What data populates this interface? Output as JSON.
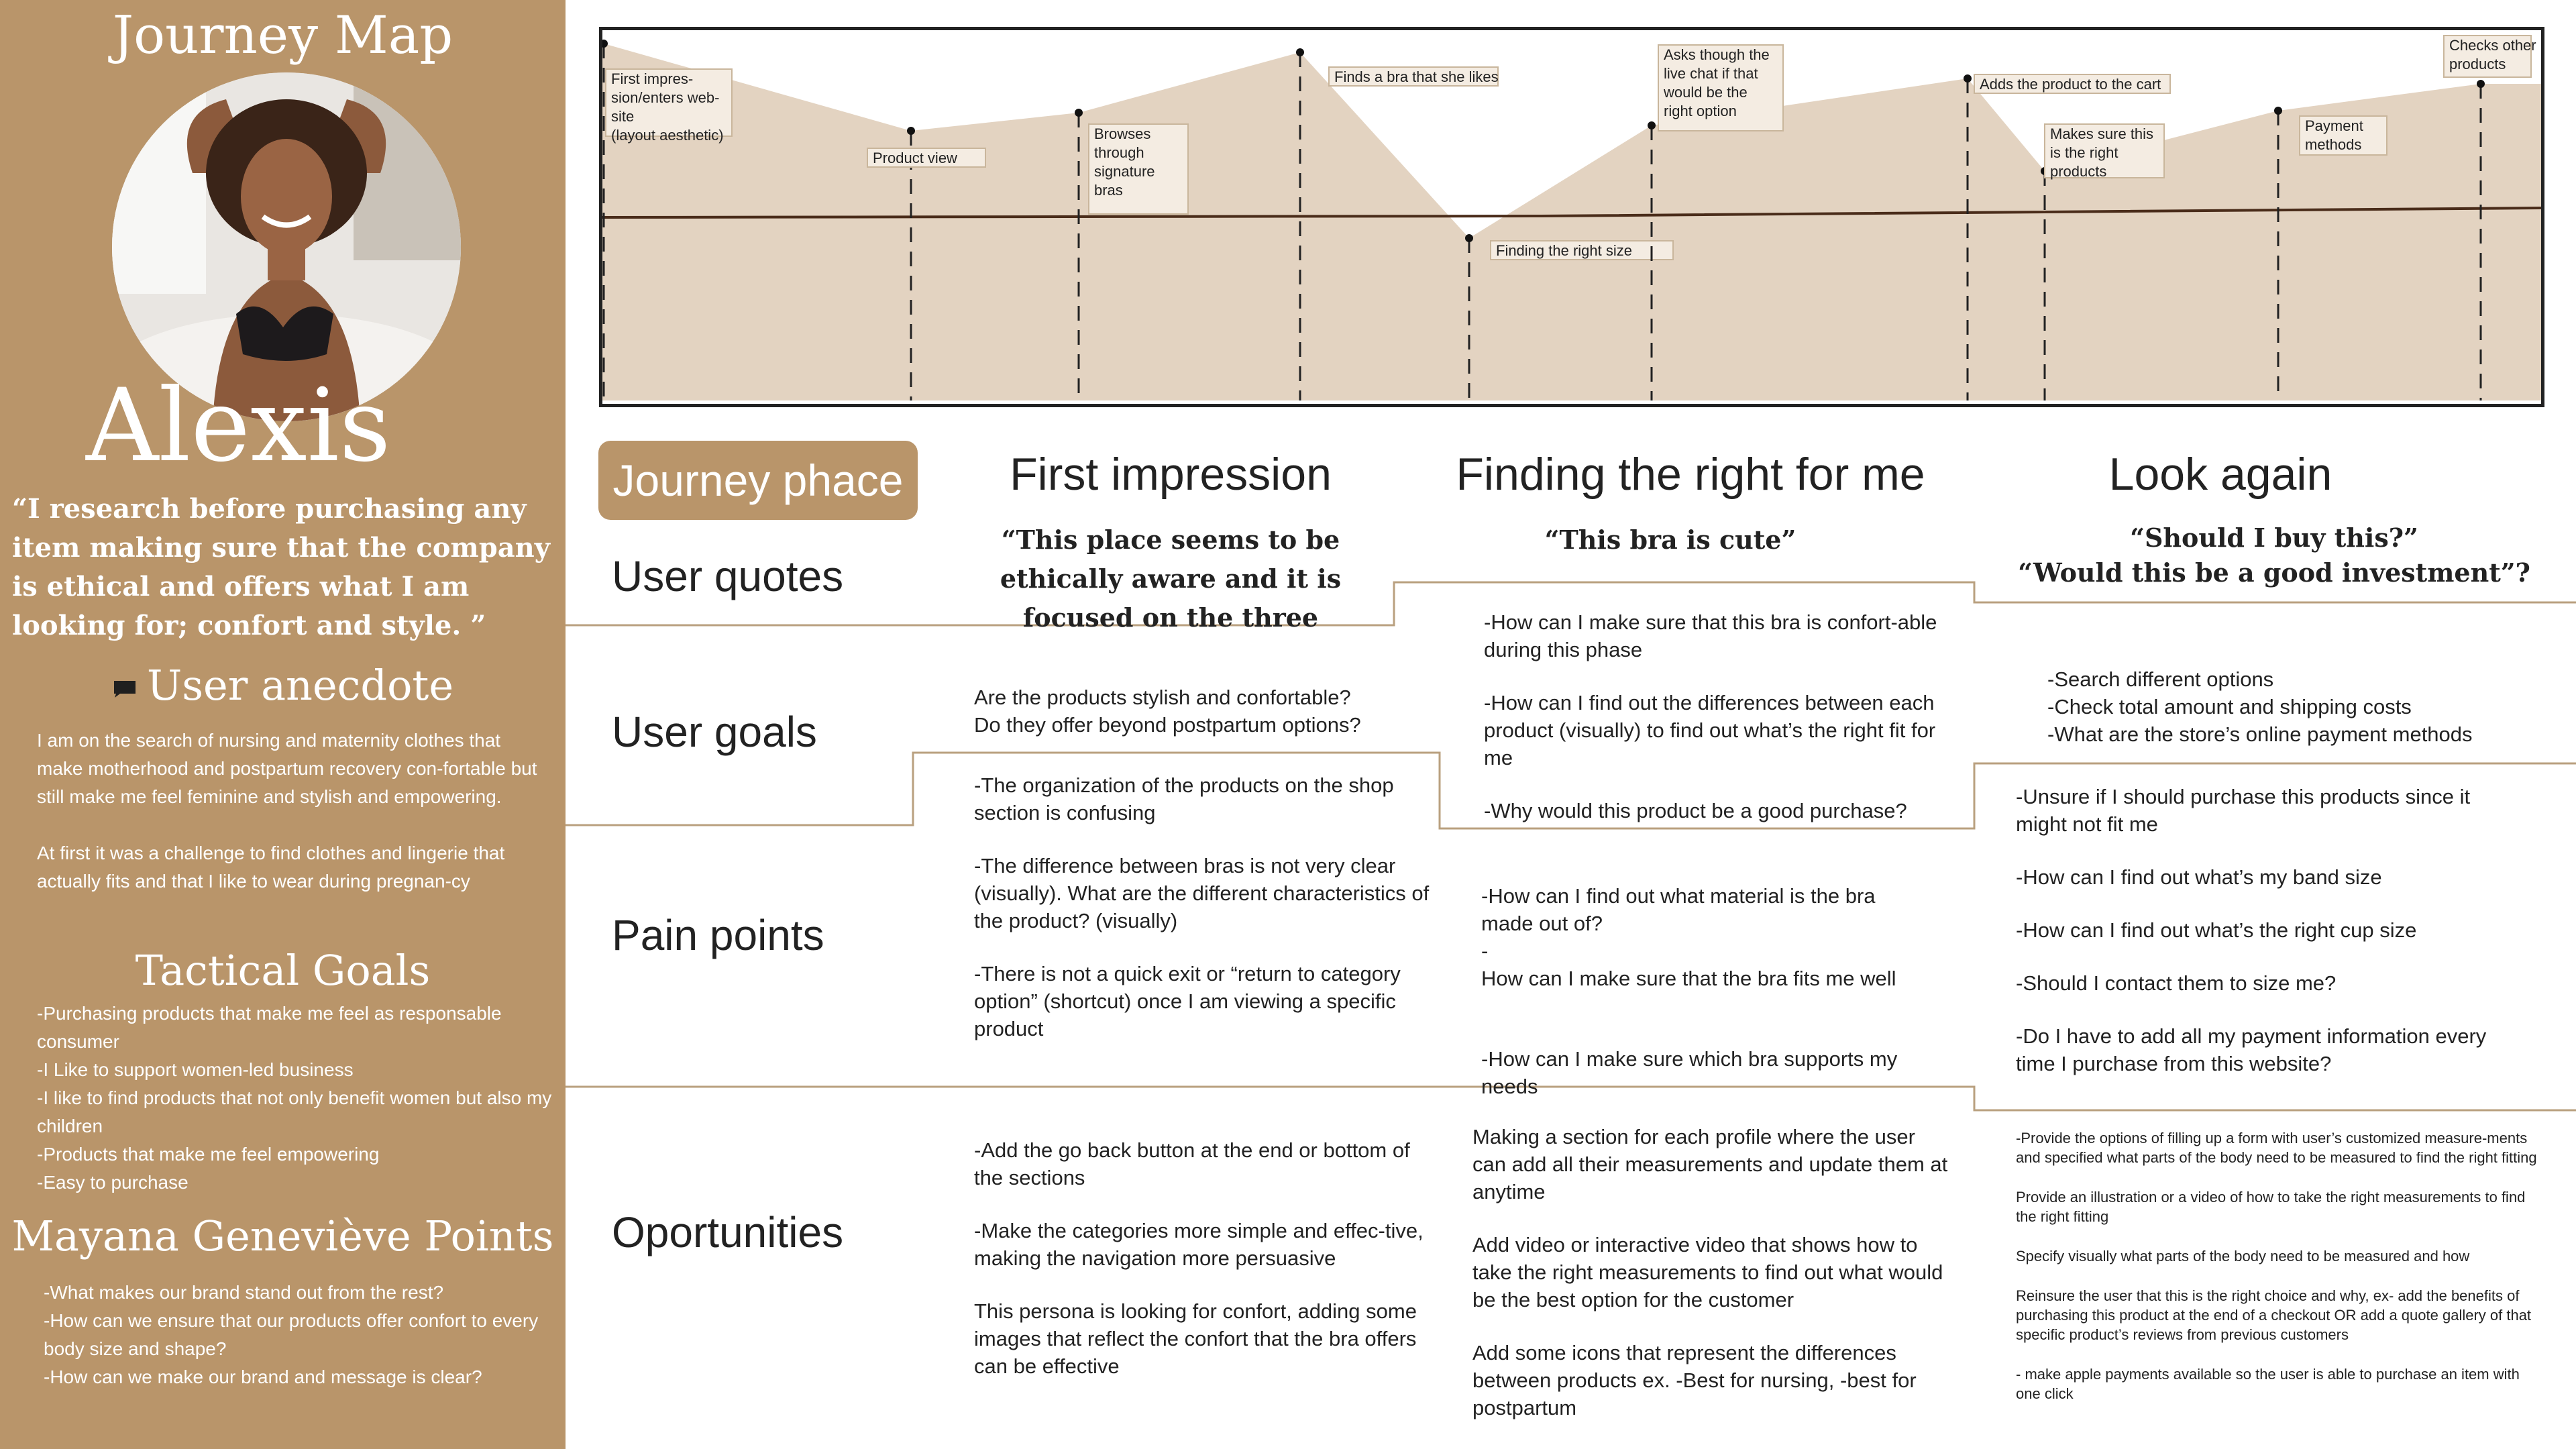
{
  "sidebar": {
    "title": "Journey Map",
    "persona_name": "Alexis",
    "quote": "“I research before purchasing any item making sure that the company is ethical and offers what I am looking for; confort and style. ”",
    "anecdote_heading": "User anecdote",
    "anecdote_paragraphs": [
      "I am on the search of nursing and maternity clothes that make motherhood and postpartum recovery con-fortable but still make me feel feminine and stylish and empowering.",
      "At first it was a challenge to find clothes and lingerie that actually fits and that I like to wear during pregnan-cy"
    ],
    "tactical_heading": "Tactical Goals",
    "tactical_goals": [
      "-Purchasing products that make me feel as responsable consumer",
      "-I Like to support women-led business",
      " -I like to find products that not only benefit women but also my children",
      "-Products that make me feel empowering",
      "-Easy to purchase"
    ],
    "points_heading": "Mayana Geneviève Points",
    "points": [
      "-What makes our brand stand out from the rest?",
      "-How can we ensure that our products offer confort to every body size and shape?",
      "-How can we make our brand and message is clear?"
    ]
  },
  "journey": {
    "steps": [
      {
        "label": "First impres-\nsion/enters web-\nsite\n(layout aesthetic)"
      },
      {
        "label": "Product view"
      },
      {
        "label": "Browses\nthrough\nsignature\nbras"
      },
      {
        "label": "Finds a bra that she likes"
      },
      {
        "label": "Finding the right size"
      },
      {
        "label": "Asks though the\nlive chat if that\nwould be the\nright option"
      },
      {
        "label": "Adds the product to the cart"
      },
      {
        "label": "Makes sure this\nis the right\nproducts"
      },
      {
        "label": "Payment\nmethods"
      },
      {
        "label": "Checks other\nproducts"
      }
    ]
  },
  "phases": {
    "pill_label": "Journey phace",
    "headers": [
      "First impression",
      "Finding the right for me",
      "Look again"
    ],
    "row_labels": {
      "quotes": "User quotes",
      "goals": "User goals",
      "pain": "Pain points",
      "opportunities": "Oportunities"
    },
    "quotes": [
      "“This place seems to be ethically aware and it is focused on the three",
      "“This bra is cute”",
      "“Should I buy this?”\n“Would this be a good investment”?"
    ],
    "goals": [
      [
        "Are the products stylish and confortable?\nDo they offer beyond postpartum options?"
      ],
      [
        "-How can I make sure that this bra is confort-able during this phase",
        "-How can I find out the differences between each product (visually) to find out what’s the right fit for me",
        "-Why would this product be a good purchase?"
      ],
      [
        "-Search different options\n-Check total amount and shipping costs\n-What are the store’s online payment methods"
      ]
    ],
    "pain": [
      [
        "-The organization of the products on the shop section is confusing",
        "-The difference between bras is not very clear (visually). What are the different characteristics of the product? (visually)",
        "-There is not a quick exit or “return to category option” (shortcut) once I am viewing a specific product"
      ],
      [
        "-How can I find out what material is the bra made out of?\n-\nHow can I make sure that the bra fits me well",
        "-How can I make sure which bra supports my needs"
      ],
      [
        "-Unsure if I should purchase this products since it might not fit me",
        "-How can I find out what’s my band size",
        "-How can I find out what’s the right cup size",
        "-Should I contact them to size me?",
        "-Do I have to add all my payment information every time I purchase from this website?"
      ]
    ],
    "opportunities": [
      [
        "-Add the go back button at the end or bottom of the sections",
        "-Make the categories more simple and effec-tive, making the navigation more persuasive",
        "This persona is looking for confort, adding some images that reflect the confort that the bra offers can be effective"
      ],
      [
        "Making a section for each profile where the user can add all their measurements and update them at anytime",
        "Add video or interactive video that shows how to take the right measurements to find out what would be the best option for the customer",
        "Add some icons that represent the differences between products ex. -Best for nursing, -best for postpartum"
      ],
      [
        "-Provide the options of filling up a form with user’s customized measure-ments and specified what parts of the body need to be measured to find the right fitting",
        "Provide an illustration or a video of how to take the right measurements to find the right fitting",
        "Specify visually what parts of the body need to be measured and how",
        "Reinsure  the user that this is the right choice and why, ex- add the benefits of purchasing this product at the end of a checkout OR add a quote gallery of that specific product’s reviews from previous customers",
        "- make apple payments available so the user is able to purchase an item with one click"
      ]
    ]
  },
  "colors": {
    "brand_tan": "#b9956a",
    "chart_fill": "#e3d3c1",
    "baseline": "#4a2c1a",
    "divider": "#b9a07f"
  }
}
